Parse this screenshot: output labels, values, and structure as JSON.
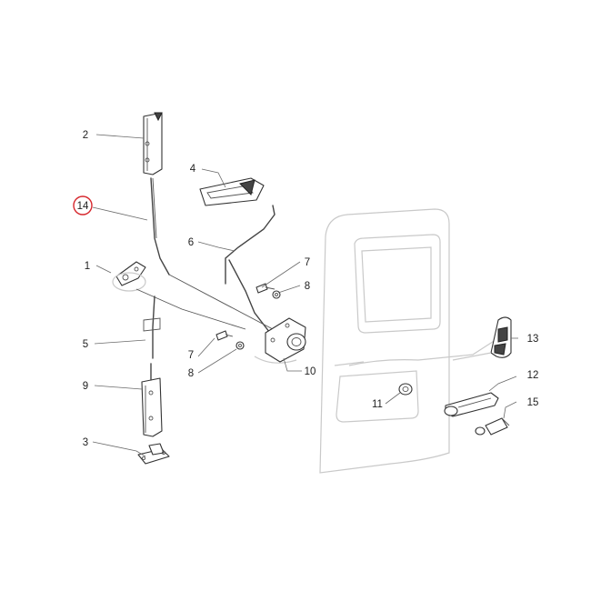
{
  "callouts": [
    {
      "id": "c1",
      "label": "1"
    },
    {
      "id": "c2",
      "label": "2"
    },
    {
      "id": "c3",
      "label": "3"
    },
    {
      "id": "c4",
      "label": "4"
    },
    {
      "id": "c5",
      "label": "5"
    },
    {
      "id": "c6",
      "label": "6"
    },
    {
      "id": "c7a",
      "label": "7"
    },
    {
      "id": "c7b",
      "label": "7"
    },
    {
      "id": "c8a",
      "label": "8"
    },
    {
      "id": "c8b",
      "label": "8"
    },
    {
      "id": "c9",
      "label": "9"
    },
    {
      "id": "c10",
      "label": "10"
    },
    {
      "id": "c11",
      "label": "11"
    },
    {
      "id": "c12",
      "label": "12"
    },
    {
      "id": "c13",
      "label": "13"
    },
    {
      "id": "c14",
      "label": "14"
    },
    {
      "id": "c15",
      "label": "15"
    }
  ],
  "highlight": {
    "label": "14",
    "color": "#d6262c"
  }
}
